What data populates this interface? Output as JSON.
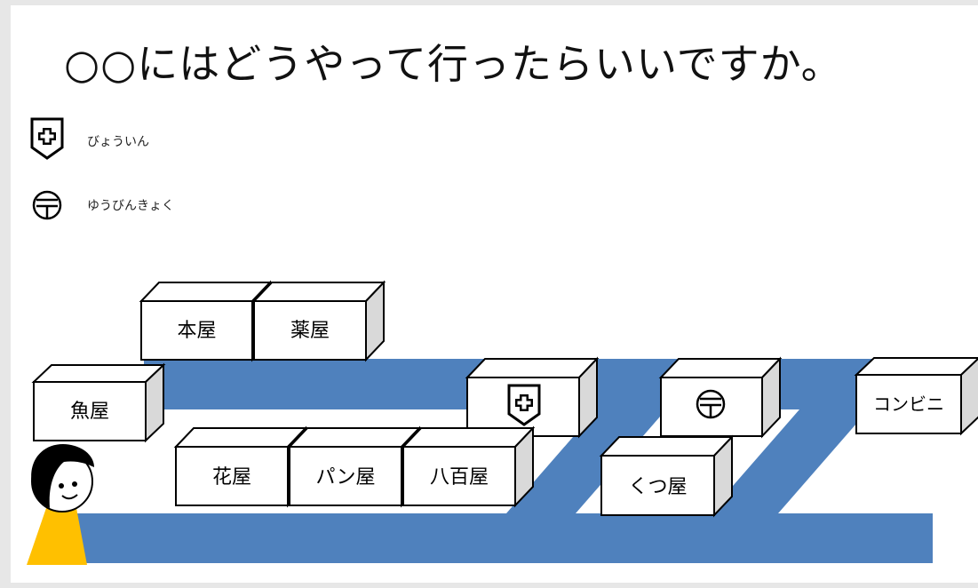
{
  "title": "○○にはどうやって行ったらいいですか。",
  "legend": {
    "hospital": "びょういん",
    "post_office": "ゆうびんきょく"
  },
  "buildings": {
    "bookstore": "本屋",
    "pharmacy": "薬屋",
    "fish_shop": "魚屋",
    "flower_shop": "花屋",
    "bakery": "パン屋",
    "greengrocer": "八百屋",
    "shoe_store": "くつ屋",
    "convenience_store": "コンビニ"
  },
  "colors": {
    "road": "#4f81bd",
    "building_front": "#ffffff",
    "building_top": "#ffffff",
    "building_side": "#d9d9d9",
    "person_shirt": "#ffc000",
    "person_hair": "#000000"
  },
  "icons": {
    "hospital": "hospital-shield-icon",
    "post_office": "post-office-circle-icon"
  }
}
